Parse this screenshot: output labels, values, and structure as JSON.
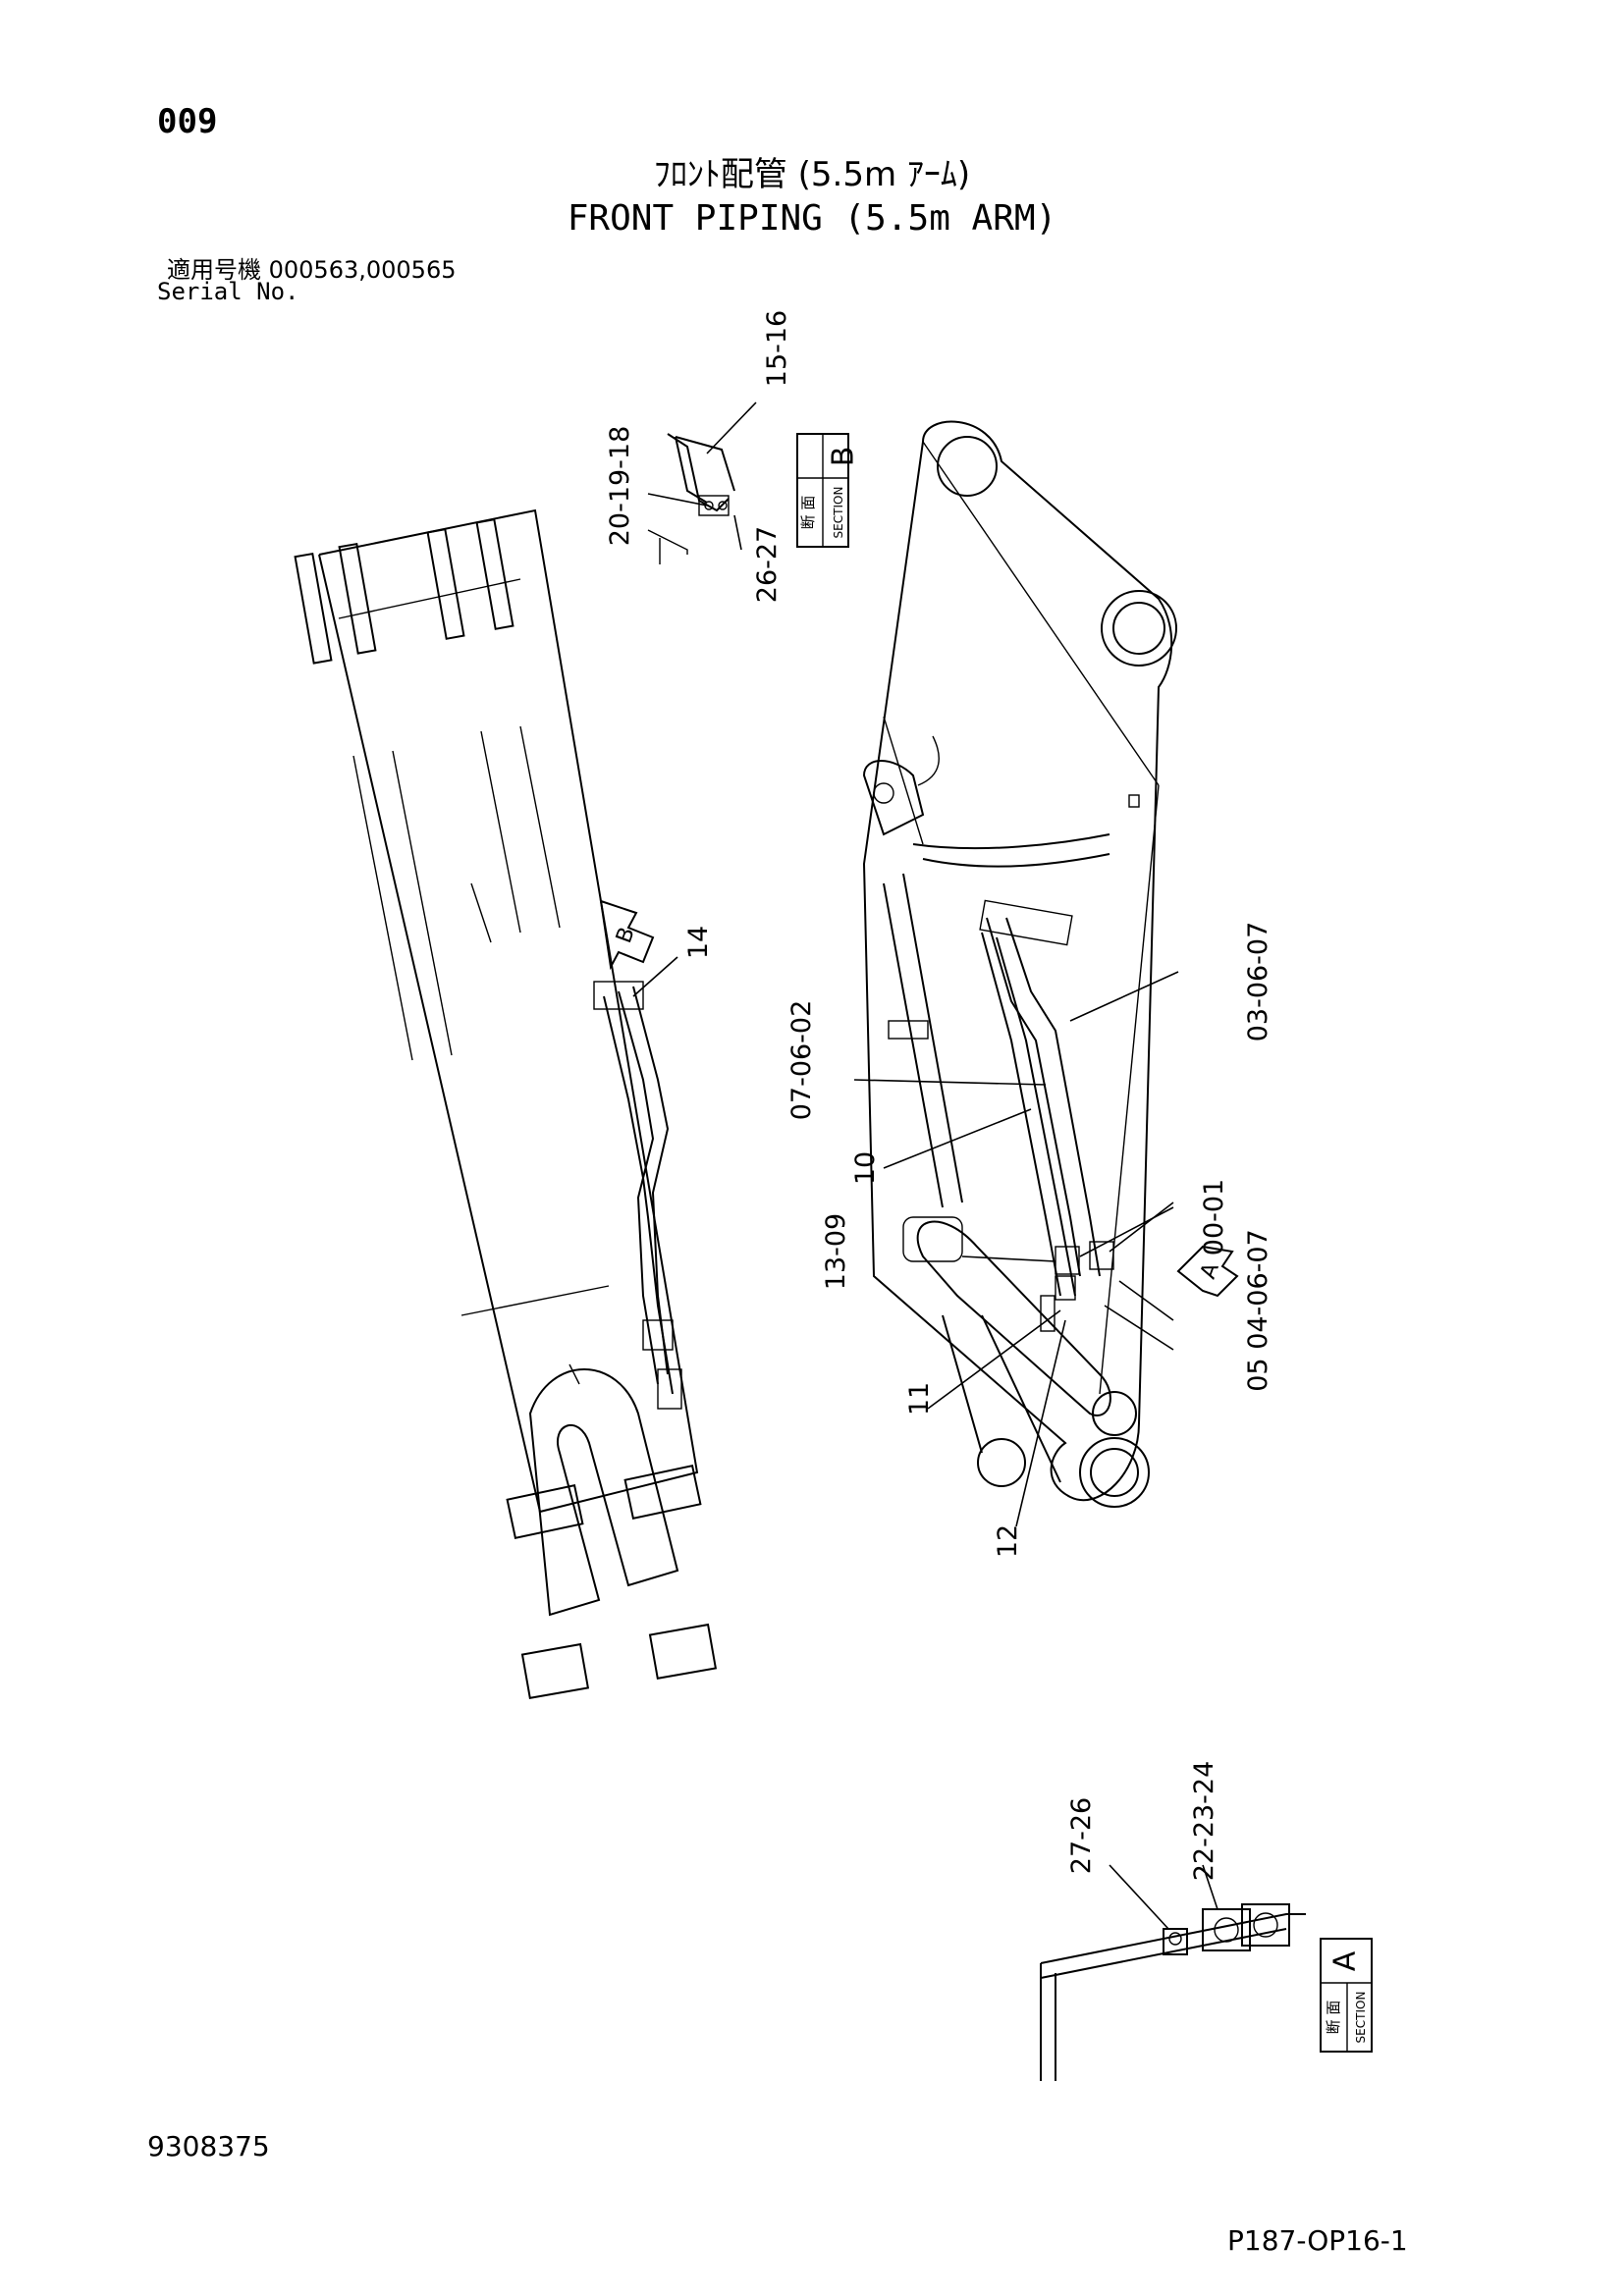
{
  "page_number": "009",
  "title_jp": "ﾌﾛﾝﾄ配管 (5.5m ｱｰﾑ)",
  "title_en": "FRONT PIPING (5.5m ARM)",
  "serial_jp": "適用号機 000563,000565",
  "serial_en": "Serial No.",
  "doc_number": "9308375",
  "page_code": "P187-OP16-1",
  "section_box_b": {
    "letter": "B",
    "jp": "断 面",
    "en": "SECTION"
  },
  "section_box_a": {
    "letter": "A",
    "jp": "断 面",
    "en": "SECTION"
  },
  "view_arrows": {
    "b": "B",
    "a": "A"
  },
  "callouts": {
    "c15_16": "15-16",
    "c20_19_18": "20-19-18",
    "c26_27_top": "26-27",
    "c14": "14",
    "c03_06_07": "03-06-07",
    "c07_06_02": "07-06-02",
    "c10": "10",
    "c00_01": "00-01",
    "c13_09": "13-09",
    "c05_04_06_07": "05 04-06-07",
    "c11": "11",
    "c12": "12",
    "c27_26_bottom": "27-26",
    "c22_23_24": "22-23-24"
  }
}
